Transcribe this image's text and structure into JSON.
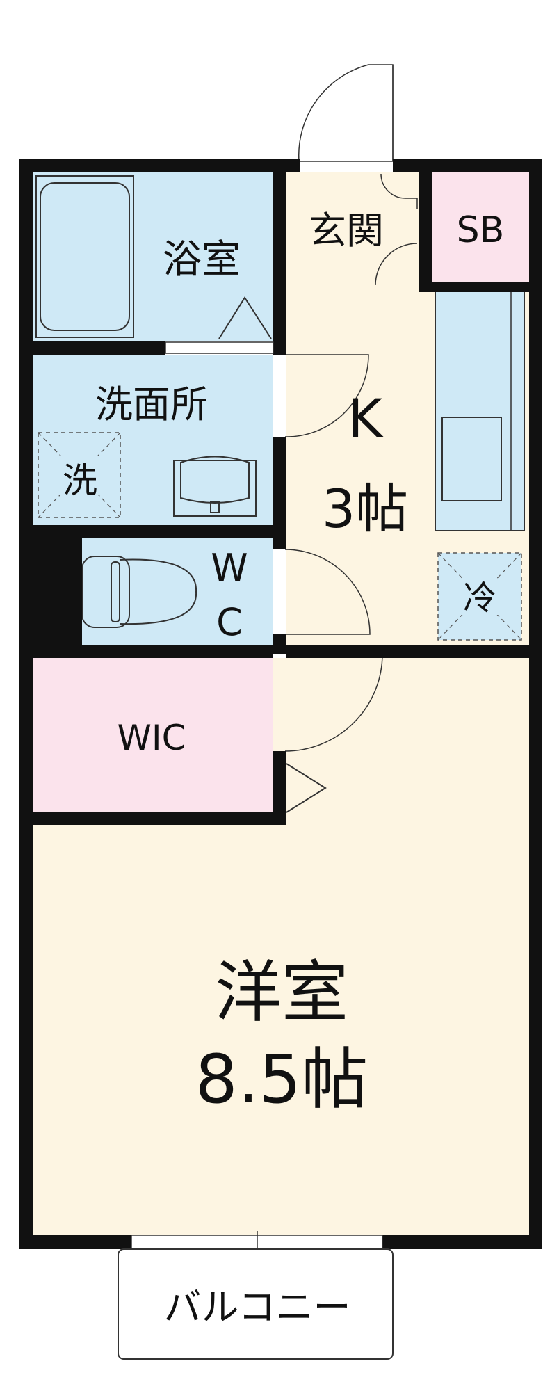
{
  "rooms": {
    "bath": {
      "label": "浴室"
    },
    "entrance": {
      "label": "玄関"
    },
    "shoe_box": {
      "label": "SB"
    },
    "washroom": {
      "label": "洗面所"
    },
    "washer": {
      "label": "洗"
    },
    "kitchen": {
      "label": "K",
      "size": "3帖"
    },
    "toilet": {
      "label_1": "W",
      "label_2": "C"
    },
    "fridge": {
      "label": "冷"
    },
    "wic": {
      "label": "WIC"
    },
    "western_room": {
      "label": "洋室",
      "size": "8.5帖"
    },
    "balcony": {
      "label": "バルコニー"
    }
  },
  "colors": {
    "wet_area": "#cfe9f6",
    "floor": "#fdf5e2",
    "storage": "#fbe3ec",
    "wall": "#111111"
  }
}
